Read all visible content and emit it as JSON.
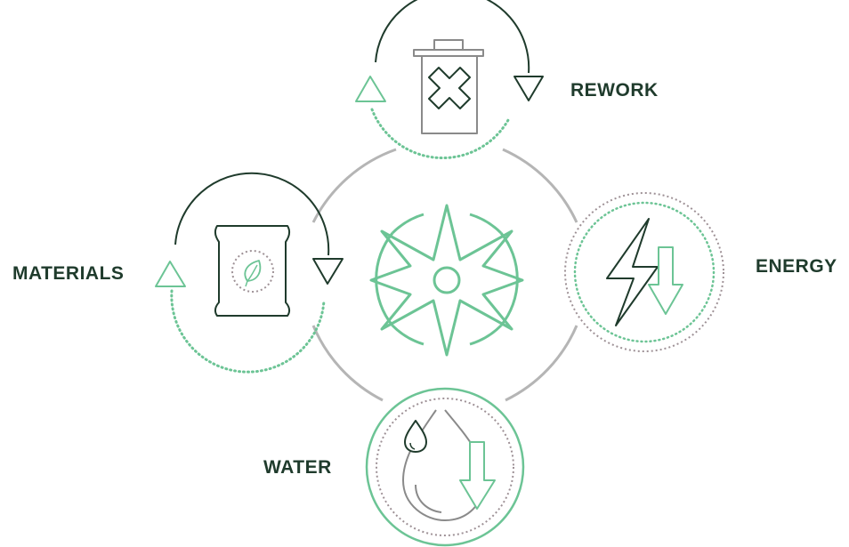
{
  "labels": {
    "rework": "REWORK",
    "energy": "ENERGY",
    "materials": "MATERIALS",
    "water": "WATER"
  },
  "colors": {
    "dark_green": "#1f3b2c",
    "light_green": "#6cc495",
    "gray": "#b5b5b5",
    "dotted_gray": "#9e9196"
  },
  "icons": {
    "center": "compass-rose-icon",
    "rework": "trash-bin-x-icon",
    "energy": "lightning-down-arrow-icon",
    "materials": "leaf-bag-icon",
    "water": "water-drop-down-arrow-icon"
  }
}
